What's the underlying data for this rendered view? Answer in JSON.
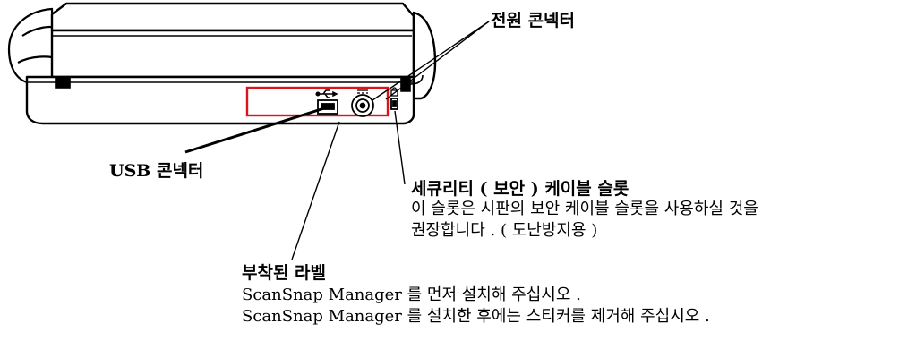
{
  "labels": {
    "power_connector": "전원 콘넥터",
    "usb_connector": "USB 콘넥터",
    "security_slot_title": "세큐리티 ( 보안 ) 케이블 슬롯",
    "security_slot_desc": [
      "이 슬롯은 시판의 보안 케이블 슬롯을 사용하실 것을",
      "권장합니다 . ( 도난방지용 )"
    ],
    "sticker_title": "부착된 라벨",
    "sticker_desc": [
      "ScanSnap Manager 를 먼저 설치해 주십시오 .",
      "ScanSnap Manager 를 설치한 후에는 스티커를 제거해 주십시오 ."
    ]
  },
  "colors": {
    "highlight_box": "#d9141c",
    "outline": "#000000"
  },
  "icons": [
    "usb-symbol-icon",
    "power-symbol-icon",
    "lock-symbol-icon"
  ]
}
